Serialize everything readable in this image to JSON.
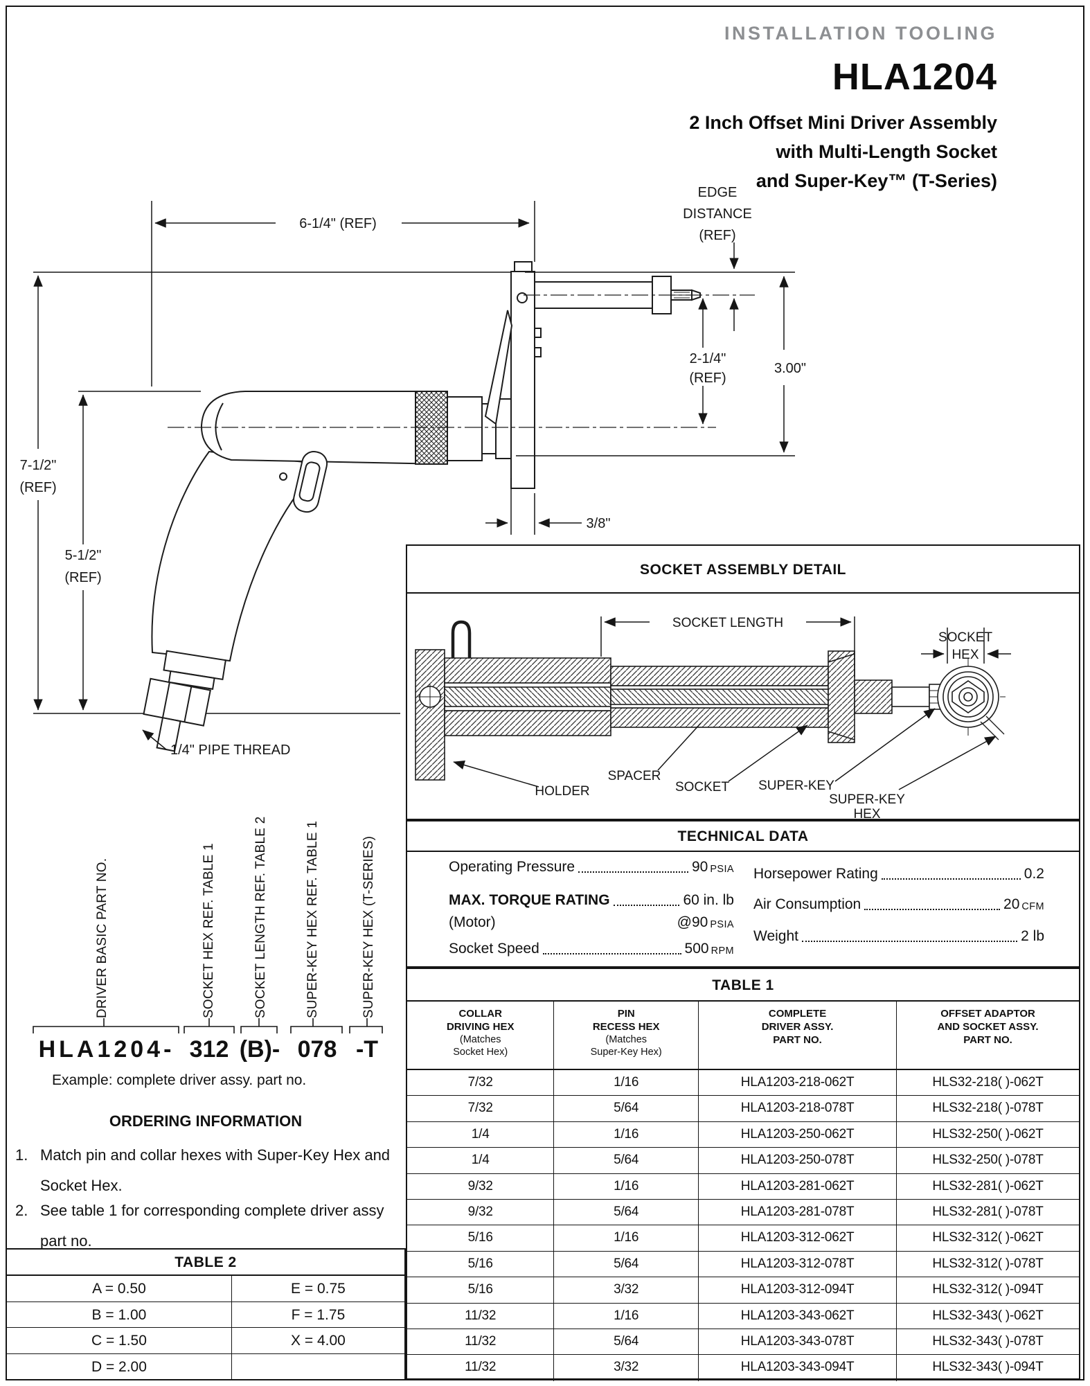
{
  "header": {
    "kicker": "INSTALLATION TOOLING",
    "model": "HLA1204",
    "subtitle": [
      "2 Inch Offset Mini Driver Assembly",
      "with Multi-Length Socket",
      "and Super-Key™ (T-Series)"
    ]
  },
  "drawing": {
    "dims": {
      "width": "6-1/4\" (REF)",
      "edge_distance": [
        "EDGE",
        "DISTANCE",
        "(REF)"
      ],
      "offset": [
        "2-1/4\"",
        "(REF)"
      ],
      "depth": "3.00\"",
      "overall_height": [
        "7-1/2\"",
        "(REF)"
      ],
      "grip_height": [
        "5-1/2\"",
        "(REF)"
      ],
      "plate": "3/8\"",
      "thread": "1/4\" PIPE THREAD"
    }
  },
  "socket_detail": {
    "title": "SOCKET ASSEMBLY DETAIL",
    "labels": {
      "socket_length": "SOCKET LENGTH",
      "socket_hex": [
        "SOCKET",
        "HEX"
      ],
      "holder": "HOLDER",
      "spacer": "SPACER",
      "socket": "SOCKET",
      "super_key": "SUPER-KEY",
      "super_key_hex": [
        "SUPER-KEY",
        "HEX"
      ]
    }
  },
  "technical": {
    "title": "TECHNICAL DATA",
    "left": [
      {
        "label": "Operating Pressure",
        "value": "90",
        "unit": "PSIA"
      },
      {
        "label": "MAX. TORQUE RATING",
        "label2": "(Motor)",
        "value": "60 in. lb",
        "value2": "@90",
        "unit2": "PSIA"
      },
      {
        "label": "Socket Speed",
        "value": "500",
        "unit": "RPM"
      }
    ],
    "right": [
      {
        "label": "Horsepower Rating",
        "value": "0.2"
      },
      {
        "label": "Air Consumption",
        "value": "20",
        "unit": "CFM"
      },
      {
        "label": "Weight",
        "value": "2 lb"
      }
    ]
  },
  "table1": {
    "title": "TABLE 1",
    "headers": [
      {
        "lines": [
          "COLLAR",
          "DRIVING HEX"
        ],
        "sub": [
          "(Matches",
          "Socket Hex)"
        ]
      },
      {
        "lines": [
          "PIN",
          "RECESS HEX"
        ],
        "sub": [
          "(Matches",
          "Super-Key Hex)"
        ]
      },
      {
        "lines": [
          "COMPLETE",
          "DRIVER ASSY.",
          "PART NO."
        ],
        "sub": []
      },
      {
        "lines": [
          "OFFSET ADAPTOR",
          "AND SOCKET ASSY.",
          "PART NO."
        ],
        "sub": []
      }
    ],
    "rows": [
      [
        "7/32",
        "1/16",
        "HLA1203-218-062T",
        "HLS32-218( )-062T"
      ],
      [
        "7/32",
        "5/64",
        "HLA1203-218-078T",
        "HLS32-218( )-078T"
      ],
      [
        "1/4",
        "1/16",
        "HLA1203-250-062T",
        "HLS32-250( )-062T"
      ],
      [
        "1/4",
        "5/64",
        "HLA1203-250-078T",
        "HLS32-250( )-078T"
      ],
      [
        "9/32",
        "1/16",
        "HLA1203-281-062T",
        "HLS32-281( )-062T"
      ],
      [
        "9/32",
        "5/64",
        "HLA1203-281-078T",
        "HLS32-281( )-078T"
      ],
      [
        "5/16",
        "1/16",
        "HLA1203-312-062T",
        "HLS32-312( )-062T"
      ],
      [
        "5/16",
        "5/64",
        "HLA1203-312-078T",
        "HLS32-312( )-078T"
      ],
      [
        "5/16",
        "3/32",
        "HLA1203-312-094T",
        "HLS32-312( )-094T"
      ],
      [
        "11/32",
        "1/16",
        "HLA1203-343-062T",
        "HLS32-343( )-062T"
      ],
      [
        "11/32",
        "5/64",
        "HLA1203-343-078T",
        "HLS32-343( )-078T"
      ],
      [
        "11/32",
        "3/32",
        "HLA1203-343-094T",
        "HLS32-343( )-094T"
      ]
    ]
  },
  "part_number": {
    "segments": [
      "HLA1204-",
      "312",
      "(B)-",
      "078",
      "-T"
    ],
    "labels": [
      "DRIVER BASIC PART NO.",
      "SOCKET HEX REF. TABLE 1",
      "SOCKET LENGTH REF. TABLE 2",
      "SUPER-KEY HEX REF. TABLE 1",
      "SUPER-KEY HEX (T-SERIES)"
    ],
    "example": "Example: complete driver assy. part no."
  },
  "ordering": {
    "title": "ORDERING INFORMATION",
    "items": [
      {
        "num": "1.",
        "text": "Match pin and collar hexes with Super-Key Hex and Socket Hex."
      },
      {
        "num": "2.",
        "text": "See table 1 for corresponding complete driver assy part no."
      }
    ]
  },
  "table2": {
    "title": "TABLE 2",
    "rows": [
      [
        "A = 0.50",
        "E = 0.75"
      ],
      [
        "B = 1.00",
        "F = 1.75"
      ],
      [
        "C = 1.50",
        "X = 4.00"
      ],
      [
        "D = 2.00",
        ""
      ]
    ]
  }
}
